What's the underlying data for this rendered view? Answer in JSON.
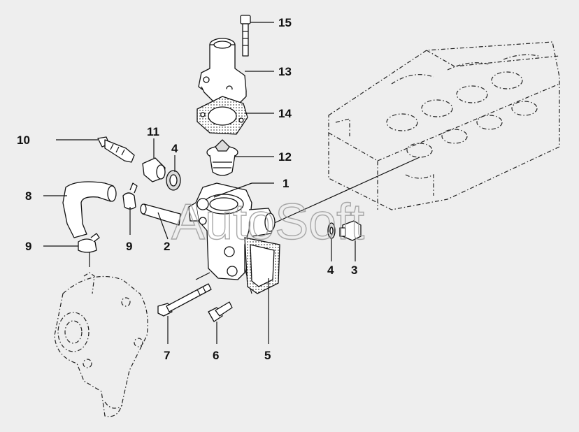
{
  "watermark": "AutoSoft",
  "callouts": [
    {
      "id": "label-1",
      "text": "1"
    },
    {
      "id": "label-2",
      "text": "2"
    },
    {
      "id": "label-3",
      "text": "3"
    },
    {
      "id": "label-4a",
      "text": "4"
    },
    {
      "id": "label-4b",
      "text": "4"
    },
    {
      "id": "label-5",
      "text": "5"
    },
    {
      "id": "label-6",
      "text": "6"
    },
    {
      "id": "label-7",
      "text": "7"
    },
    {
      "id": "label-8",
      "text": "8"
    },
    {
      "id": "label-9a",
      "text": "9"
    },
    {
      "id": "label-9b",
      "text": "9"
    },
    {
      "id": "label-10",
      "text": "10"
    },
    {
      "id": "label-11",
      "text": "11"
    },
    {
      "id": "label-12",
      "text": "12"
    },
    {
      "id": "label-13",
      "text": "13"
    },
    {
      "id": "label-14",
      "text": "14"
    },
    {
      "id": "label-15",
      "text": "15"
    }
  ]
}
